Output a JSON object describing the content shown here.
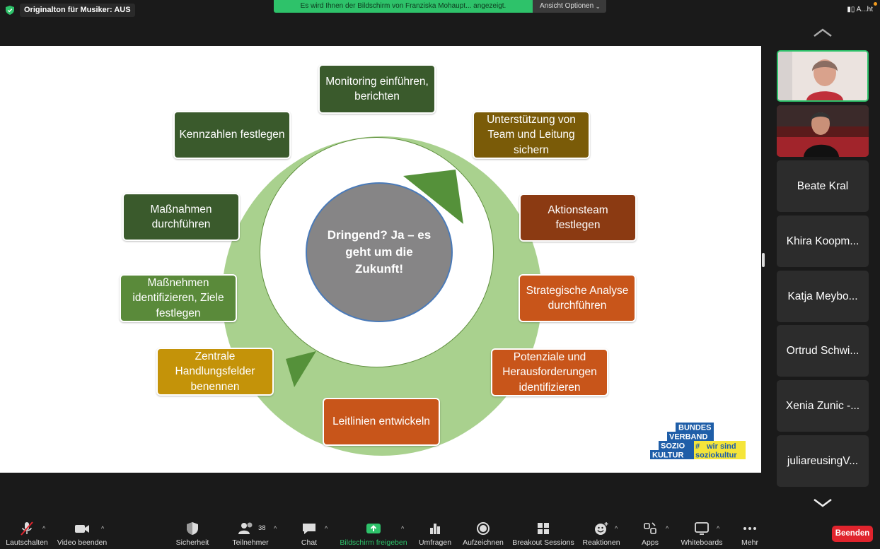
{
  "top": {
    "original_audio": "Originalton für Musiker: AUS",
    "share_banner": "Es wird Ihnen der Bildschirm von Franziska Mohaupt... angezeigt.",
    "view_options": "Ansicht Optionen",
    "speaker_view": "A...ht"
  },
  "slide": {
    "center_text": "Dringend? Ja – es geht um die Zukunft!",
    "steps": [
      {
        "label": "Monitoring einführen, berichten",
        "color": "#3a5a2c"
      },
      {
        "label": "Unterstützung von Team und Leitung sichern",
        "color": "#7a5b08"
      },
      {
        "label": "Aktionsteam festlegen",
        "color": "#8b3a12"
      },
      {
        "label": "Strategische Analyse durchführen",
        "color": "#c8551a"
      },
      {
        "label": "Potenziale und Herausforderungen identifizieren",
        "color": "#c8551a"
      },
      {
        "label": "Leitlinien entwickeln",
        "color": "#c8551a"
      },
      {
        "label": "Zentrale Handlungsfelder benennen",
        "color": "#c49309"
      },
      {
        "label": "Maßnehmen identifizieren, Ziele festlegen",
        "color": "#5a8a3a"
      },
      {
        "label": "Maßnahmen durchführen",
        "color": "#3a5a2c"
      },
      {
        "label": "Kennzahlen festlegen",
        "color": "#3a5a2c"
      }
    ],
    "logo": {
      "line1": "BUNDES",
      "line2": "VERBAND",
      "line3": "SOZIO",
      "line4": "KULTUR",
      "hash": "#",
      "tag1": "wir sind",
      "tag2": "soziokultur"
    }
  },
  "participants": [
    {
      "name": "Beate Kral"
    },
    {
      "name": "Khira Koopm..."
    },
    {
      "name": "Katja Meybo..."
    },
    {
      "name": "Ortrud Schwi..."
    },
    {
      "name": "Xenia Zunic -..."
    },
    {
      "name": "juliareusingV..."
    }
  ],
  "toolbar": {
    "mute": "Lautschalten",
    "video": "Video beenden",
    "security": "Sicherheit",
    "participants": "Teilnehmer",
    "participants_count": "38",
    "chat": "Chat",
    "share": "Bildschirm freigeben",
    "polls": "Umfragen",
    "record": "Aufzeichnen",
    "breakout": "Breakout Sessions",
    "reactions": "Reaktionen",
    "apps": "Apps",
    "whiteboards": "Whiteboards",
    "more": "Mehr",
    "end": "Beenden"
  },
  "colors": {
    "accent_green": "#2ec26a",
    "end_red": "#e0242d",
    "ring": "#a9d18e"
  }
}
